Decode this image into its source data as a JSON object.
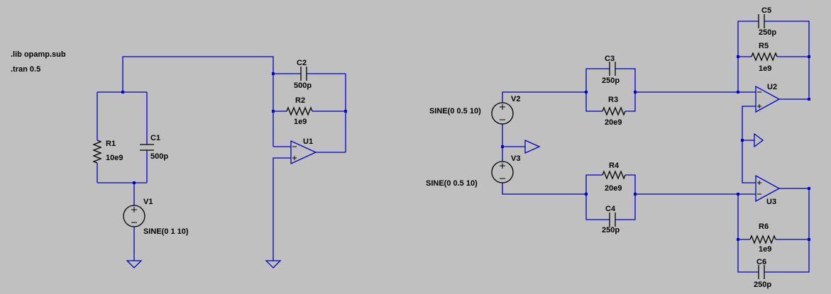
{
  "directives": {
    "lib": ".lib opamp.sub",
    "tran": ".tran 0.5"
  },
  "components": {
    "R1": {
      "name": "R1",
      "value": "10e9"
    },
    "C1": {
      "name": "C1",
      "value": "500p"
    },
    "V1": {
      "name": "V1",
      "value": "SINE(0 1 10)"
    },
    "C2": {
      "name": "C2",
      "value": "500p"
    },
    "R2": {
      "name": "R2",
      "value": "1e9"
    },
    "U1": {
      "name": "U1"
    },
    "V2": {
      "name": "V2",
      "value": "SINE(0 0.5 10)"
    },
    "V3": {
      "name": "V3",
      "value": "SINE(0 0.5 10)"
    },
    "C3": {
      "name": "C3",
      "value": "250p"
    },
    "R3": {
      "name": "R3",
      "value": "20e9"
    },
    "R4": {
      "name": "R4",
      "value": "20e9"
    },
    "C4": {
      "name": "C4",
      "value": "250p"
    },
    "C5": {
      "name": "C5",
      "value": "250p"
    },
    "R5": {
      "name": "R5",
      "value": "1e9"
    },
    "U2": {
      "name": "U2"
    },
    "U3": {
      "name": "U3"
    },
    "R6": {
      "name": "R6",
      "value": "1e9"
    },
    "C6": {
      "name": "C6",
      "value": "250p"
    }
  },
  "colors": {
    "background": "#c0c0c0",
    "wire": "#0000c8",
    "text": "#000000"
  }
}
